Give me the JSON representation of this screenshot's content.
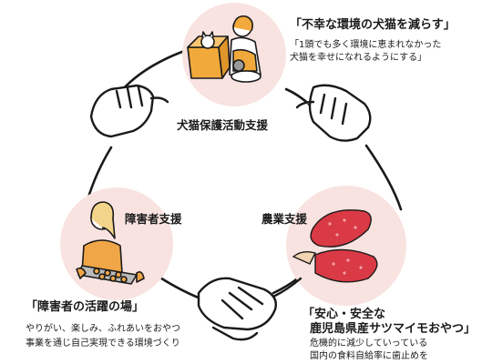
{
  "top": {
    "label": "犬猫保護活動支援",
    "heading": "「不幸な環境の犬猫を減らす」",
    "desc_line1": "「1頭でも多く環境に恵まれなかった",
    "desc_line2": "犬猫を幸せになれるようにする」"
  },
  "left": {
    "label": "障害者支援",
    "heading": "「障害者の活躍の場」",
    "desc_line1": "やりがい、楽しみ、ふれあいをおやつ",
    "desc_line2": "事業を通じ自己実現できる環境づくり"
  },
  "right": {
    "label": "農業支援",
    "heading_line1": "「安心・安全な",
    "heading_line2": "鹿児島県産サツマイモおやつ」",
    "desc_line1": "危機的に減少していっている",
    "desc_line2": "国内の食料自給率に歯止めを"
  },
  "colors": {
    "circle": "#f8e3e0",
    "box": "#f2a93b",
    "apron": "#f0a646",
    "potato": "#d93a45",
    "line": "#1a1a1a"
  },
  "icons": [
    "cat-in-box-illustration",
    "baker-illustration",
    "sweet-potato-illustration",
    "handshake-icon",
    "clasped-hands-icon"
  ]
}
